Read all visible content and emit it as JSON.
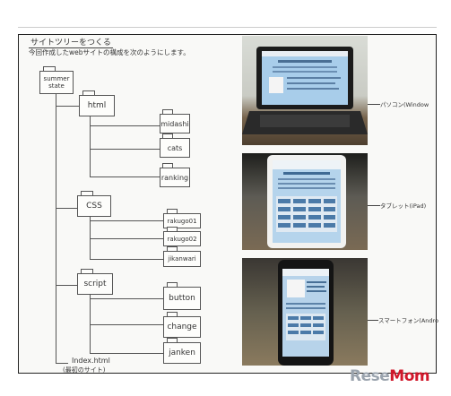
{
  "sheet": {
    "title": "サイトツリーをつくる",
    "subtitle": "今回作成したwebサイトの構成を次のようにします。"
  },
  "tree": {
    "root": "summer\nstate",
    "folders": [
      {
        "name": "html",
        "files": [
          "midashi",
          "cats",
          "ranking"
        ]
      },
      {
        "name": "CSS",
        "files": [
          "rakugo01",
          "rakugo02",
          "jikanwari"
        ]
      },
      {
        "name": "script",
        "files": [
          "button",
          "change",
          "janken"
        ]
      }
    ],
    "index_file": "Index.html",
    "index_note": "(最初のサイト)"
  },
  "devices": [
    {
      "label": "パソコン(Window",
      "device": "laptop-photo"
    },
    {
      "label": "タブレット(iPad)",
      "device": "tablet-photo"
    },
    {
      "label": "スマートフォン(Andro",
      "device": "smartphone-photo"
    }
  ],
  "watermark": {
    "part1": "Rese",
    "part2": "Mom"
  },
  "colors": {
    "screen": "#9fc6e6",
    "bezel": "#1b1b1b",
    "wood": "#6b5a44"
  }
}
